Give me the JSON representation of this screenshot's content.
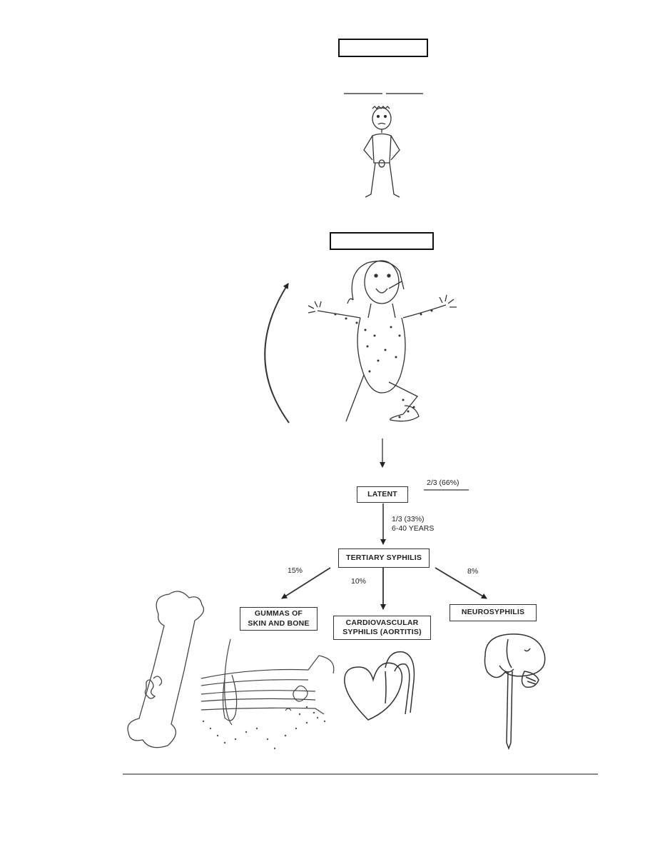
{
  "nodes": {
    "latent": "LATENT",
    "tertiary": "TERTIARY SYPHILIS",
    "gummas": "GUMMAS OF\nSKIN AND BONE",
    "cardiovascular": "CARDIOVASCULAR\nSYPHILIS (AORTITIS)",
    "neurosyphilis": "NEUROSYPHILIS"
  },
  "edges": {
    "latent_relapse": "2/3 (66%)",
    "latent_to_tertiary": "1/3 (33%)\n6-40 YEARS",
    "to_gummas": "15%",
    "to_cardiovascular": "10%",
    "to_neuro": "8%"
  },
  "colors": {
    "ink": "#222222",
    "box_border": "#111111",
    "rule": "#8a8a8a"
  }
}
